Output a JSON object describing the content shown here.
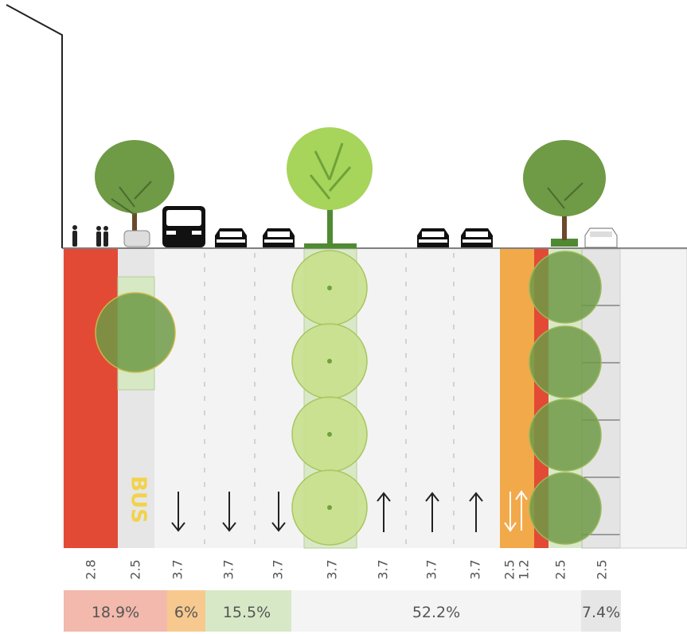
{
  "section": {
    "lane_widths": [
      "2.8",
      "2.5",
      "3.7",
      "3.7",
      "3.7",
      "3.7",
      "3.7",
      "3.7",
      "3.7",
      "2.5",
      "1.2",
      "2.5",
      "2.5"
    ],
    "share_bar": [
      {
        "label": "18.9%",
        "color": "#f2b9ac"
      },
      {
        "label": "6%",
        "color": "#f7c98f"
      },
      {
        "label": "15.5%",
        "color": "#d7e8c6"
      },
      {
        "label": "52.2%",
        "color": "#f4f4f4"
      },
      {
        "label": "7.4%",
        "color": "#e8e8e8"
      }
    ],
    "bus_lane_marking": "BUS"
  },
  "colors": {
    "sidewalk_red": "#e34a35",
    "bike_orange": "#f2a94a",
    "tree_green": "#7cab57",
    "tree_light": "#a7d45a",
    "canopy_fill": "#c8e08c",
    "road_surface": "#f2f2f2",
    "parking_grey": "#e4e4e4"
  },
  "icons": [
    "pedestrian-icon",
    "tree-icon",
    "bus-icon",
    "car-icon",
    "arrow-down-icon",
    "arrow-up-icon",
    "bidirectional-arrow-icon"
  ]
}
